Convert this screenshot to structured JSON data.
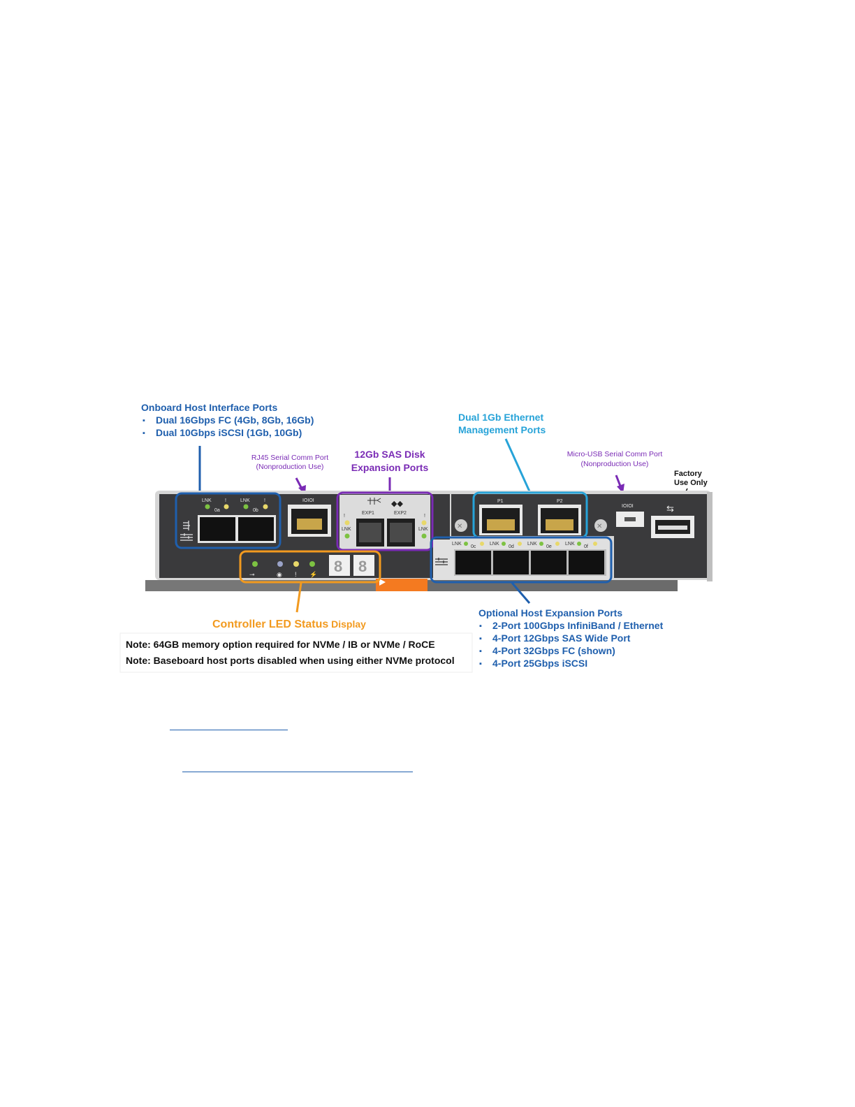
{
  "onboard": {
    "title": "Onboard Host Interface Ports",
    "items": [
      "Dual 16Gbps FC (4Gb, 8Gb, 16Gb)",
      "Dual 10Gbps iSCSI (1Gb, 10Gb)"
    ]
  },
  "rj45": {
    "line1": "RJ45 Serial Comm Port",
    "line2": "(Nonproduction Use)",
    "port_label": "IOIOI"
  },
  "sas": {
    "line1": "12Gb SAS Disk",
    "line2": "Expansion Ports",
    "exp1": "EXP1",
    "exp2": "EXP2"
  },
  "ethernet": {
    "line1": "Dual 1Gb Ethernet",
    "line2": "Management Ports",
    "p1": "P1",
    "p2": "P2"
  },
  "micro_usb": {
    "line1": "Micro-USB Serial Comm Port",
    "line2": "(Nonproduction Use)",
    "port_label": "IOIOI"
  },
  "factory": {
    "line1": "Factory",
    "line2": "Use Only"
  },
  "panel_labels": {
    "lnk": "LNK",
    "bang": "!",
    "port_0a": "0a",
    "port_0b": "0b",
    "port_0c": "0c",
    "port_0d": "0d",
    "port_0e": "0e",
    "port_0f": "0f",
    "digit": "8"
  },
  "led_display": {
    "title_bold": "Controller LED Status",
    "title_rest": " Display"
  },
  "notes": [
    "Note: 64GB memory option required for NVMe / IB or NVMe / RoCE",
    "Note: Baseboard host ports disabled when using either NVMe protocol"
  ],
  "optional": {
    "title": "Optional Host Expansion Ports",
    "items": [
      "2-Port 100Gbps InfiniBand / Ethernet",
      "4-Port 12Gbps SAS Wide Port",
      "4-Port 32Gbps FC (shown)",
      "4-Port 25Gbps iSCSI"
    ]
  },
  "bullet": "▪",
  "colors": {
    "blue": "#1f5fad",
    "cyan": "#27a3d8",
    "purple": "#7a2bb5",
    "orange": "#f29a1f",
    "panel": "#3a3a3c",
    "led_green": "#7dc242",
    "led_yellow": "#e8d86a"
  }
}
